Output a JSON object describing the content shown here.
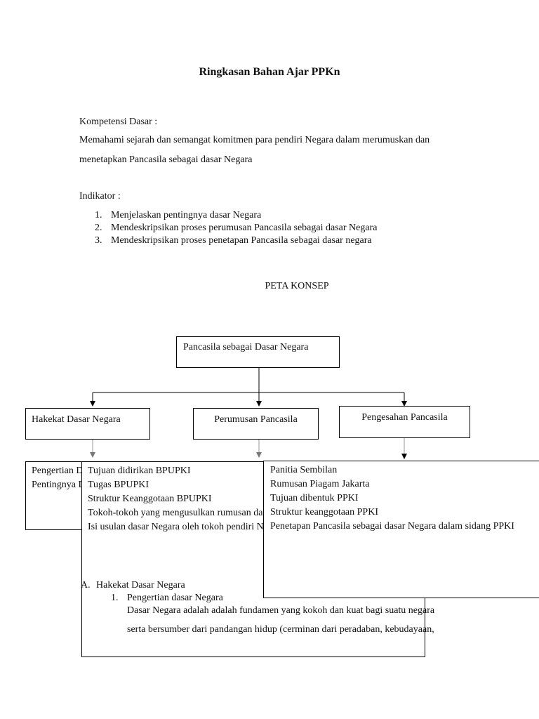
{
  "title": "Ringkasan Bahan Ajar PPKn",
  "kompetensi": {
    "label": "Kompetensi Dasar :",
    "line1": "Memahami sejarah dan semangat komitmen para pendiri Negara dalam merumuskan dan",
    "line2": "menetapkan Pancasila sebagai dasar Negara"
  },
  "indikator": {
    "label": "Indikator :",
    "items": [
      {
        "num": "1.",
        "text": "Menjelaskan pentingnya dasar Negara"
      },
      {
        "num": "2.",
        "text": "Mendeskripsikan proses perumusan Pancasila sebagai dasar Negara"
      },
      {
        "num": "3.",
        "text": "Mendeskripsikan proses penetapan Pancasila sebagai dasar negara"
      }
    ]
  },
  "peta_konsep": {
    "heading": "PETA KONSEP",
    "root": "Pancasila sebagai Dasar Negara",
    "branch_left": "Hakekat Dasar Negara",
    "branch_mid": "Perumusan Pancasila",
    "branch_right": "Pengesahan Pancasila",
    "left_details": [
      "Pengertian Dasar Negara",
      "Pentingnya Dasar Negara"
    ],
    "mid_details": [
      "Tujuan didirikan BPUPKI",
      "Tugas BPUPKI",
      "Struktur Keanggotaan BPUPKI",
      "Tokoh-tokoh yang mengusulkan rumusan dasar Negara",
      "Isi usulan dasar Negara oleh tokoh pendiri Negara"
    ],
    "right_details": [
      "Panitia Sembilan",
      "Rumusan Piagam Jakarta",
      "Tujuan dibentuk PPKI",
      "Struktur keanggotaan PPKI",
      "Penetapan Pancasila sebagai dasar Negara dalam sidang PPKI"
    ]
  },
  "section_a": {
    "marker": "A.",
    "heading": "Hakekat Dasar Negara",
    "sub_num": "1.",
    "sub_heading": "Pengertian dasar Negara",
    "para_line1": "Dasar Negara adalah  adalah fundamen yang kokoh dan kuat bagi suatu negara",
    "para_line2": "serta bersumber dari pandangan hidup (cerminan dari peradaban, kebudayaan,"
  }
}
